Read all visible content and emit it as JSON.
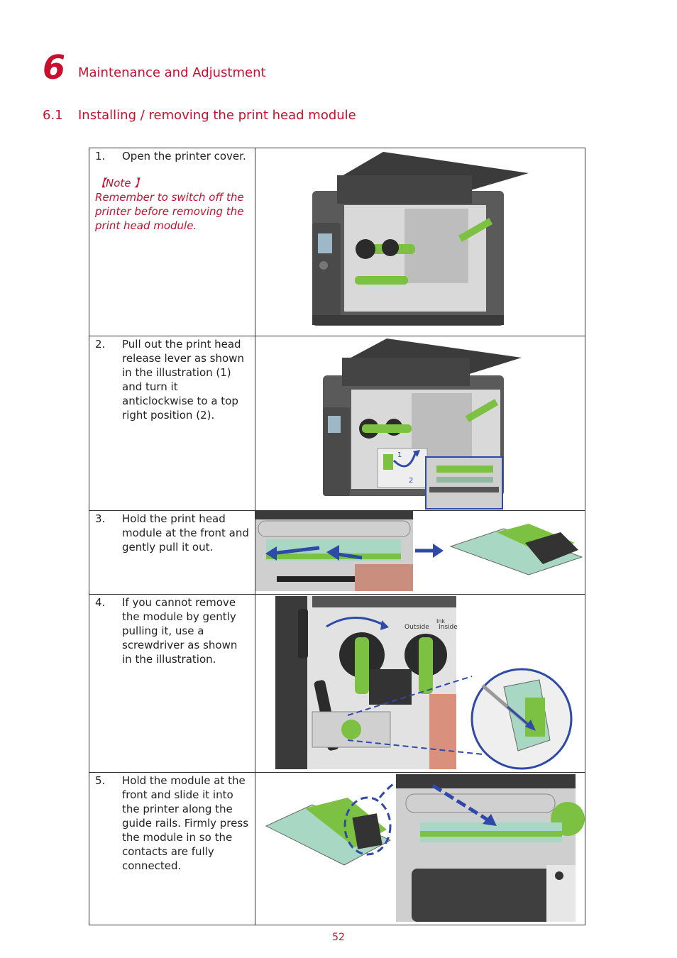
{
  "chapter": {
    "number": "6",
    "title": "Maintenance and Adjustment"
  },
  "section": {
    "number": "6.1",
    "title": "Installing / removing the print head module"
  },
  "steps": [
    {
      "number": "1.",
      "text": "Open the printer cover.",
      "note_title": "【Note 】",
      "note_text": "Remember to switch off the printer before removing the print head module."
    },
    {
      "number": "2.",
      "text": "Pull out the print head release lever as shown in the illustration (1) and turn it anticlockwise to a top right position (2)."
    },
    {
      "number": "3.",
      "text": "Hold the print head module at the front and gently pull it out."
    },
    {
      "number": "4.",
      "text": "If you cannot remove the module by gently pulling it, use a screwdriver as shown in the illustration."
    },
    {
      "number": "5.",
      "text": "Hold the module at the front and slide it into the printer along the guide rails. Firmly press the module in so the contacts are fully connected."
    }
  ],
  "illustration_labels": {
    "callout_1": "1",
    "callout_2": "2",
    "outside": "Outside",
    "ink": "Ink",
    "inside": "Inside"
  },
  "page_number": "52",
  "colors": {
    "accent": "#c8102e",
    "arrow": "#2e4aa8",
    "green": "#7dc142"
  }
}
